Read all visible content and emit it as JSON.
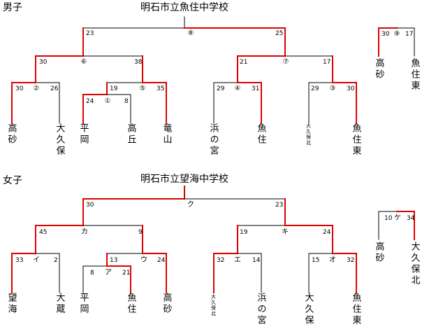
{
  "sections": [
    {
      "label": "男子",
      "venue": "明石市立魚住中学校",
      "games": [
        {
          "id": "top",
          "mid": "⑧",
          "left_score": "23",
          "right_score": "25"
        },
        {
          "id": "semi-left",
          "mid": "⑥",
          "left_score": "30",
          "right_score": "38"
        },
        {
          "id": "semi-right",
          "mid": "⑦",
          "left_score": "21",
          "right_score": "17"
        },
        {
          "id": "r1",
          "mid": "②",
          "left_score": "30",
          "right_score": "26"
        },
        {
          "id": "r2",
          "mid": "⑤",
          "left_score": "19",
          "right_score": "35"
        },
        {
          "id": "r3",
          "mid": "①",
          "left_score": "24",
          "right_score": "8"
        },
        {
          "id": "r4",
          "mid": "④",
          "left_score": "29",
          "right_score": "31"
        },
        {
          "id": "r5",
          "mid": "③",
          "left_score": "29",
          "right_score": "30"
        },
        {
          "id": "side",
          "mid": "⑨",
          "left_score": "30",
          "right_score": "17"
        }
      ],
      "teams": [
        "高砂",
        "大久保",
        "平岡",
        "高丘",
        "竜山",
        "浜の宮",
        "魚住",
        "大久保北",
        "魚住東"
      ],
      "side_teams": [
        "高砂",
        "魚住東"
      ]
    },
    {
      "label": "女子",
      "venue": "明石市立望海中学校",
      "games": [
        {
          "id": "top",
          "mid": "ク",
          "left_score": "30",
          "right_score": "23"
        },
        {
          "id": "semi-left",
          "mid": "カ",
          "left_score": "45",
          "right_score": "9"
        },
        {
          "id": "semi-right",
          "mid": "キ",
          "left_score": "19",
          "right_score": "24"
        },
        {
          "id": "r1",
          "mid": "イ",
          "left_score": "33",
          "right_score": "2"
        },
        {
          "id": "r2",
          "mid": "ウ",
          "left_score": "13",
          "right_score": "24"
        },
        {
          "id": "r3",
          "mid": "ア",
          "left_score": "8",
          "right_score": "21"
        },
        {
          "id": "r4",
          "mid": "エ",
          "left_score": "32",
          "right_score": "14"
        },
        {
          "id": "r5",
          "mid": "オ",
          "left_score": "15",
          "right_score": "32"
        },
        {
          "id": "side",
          "mid": "ケ",
          "left_score": "10",
          "right_score": "34"
        }
      ],
      "teams": [
        "望海",
        "大蔵",
        "平岡",
        "魚住",
        "高砂",
        "大久保北",
        "浜の宮",
        "大久保",
        "魚住東"
      ],
      "side_teams": [
        "高砂",
        "大久保北"
      ]
    }
  ],
  "colors": {
    "win_line": "#e00000",
    "lose_line": "#000000"
  }
}
